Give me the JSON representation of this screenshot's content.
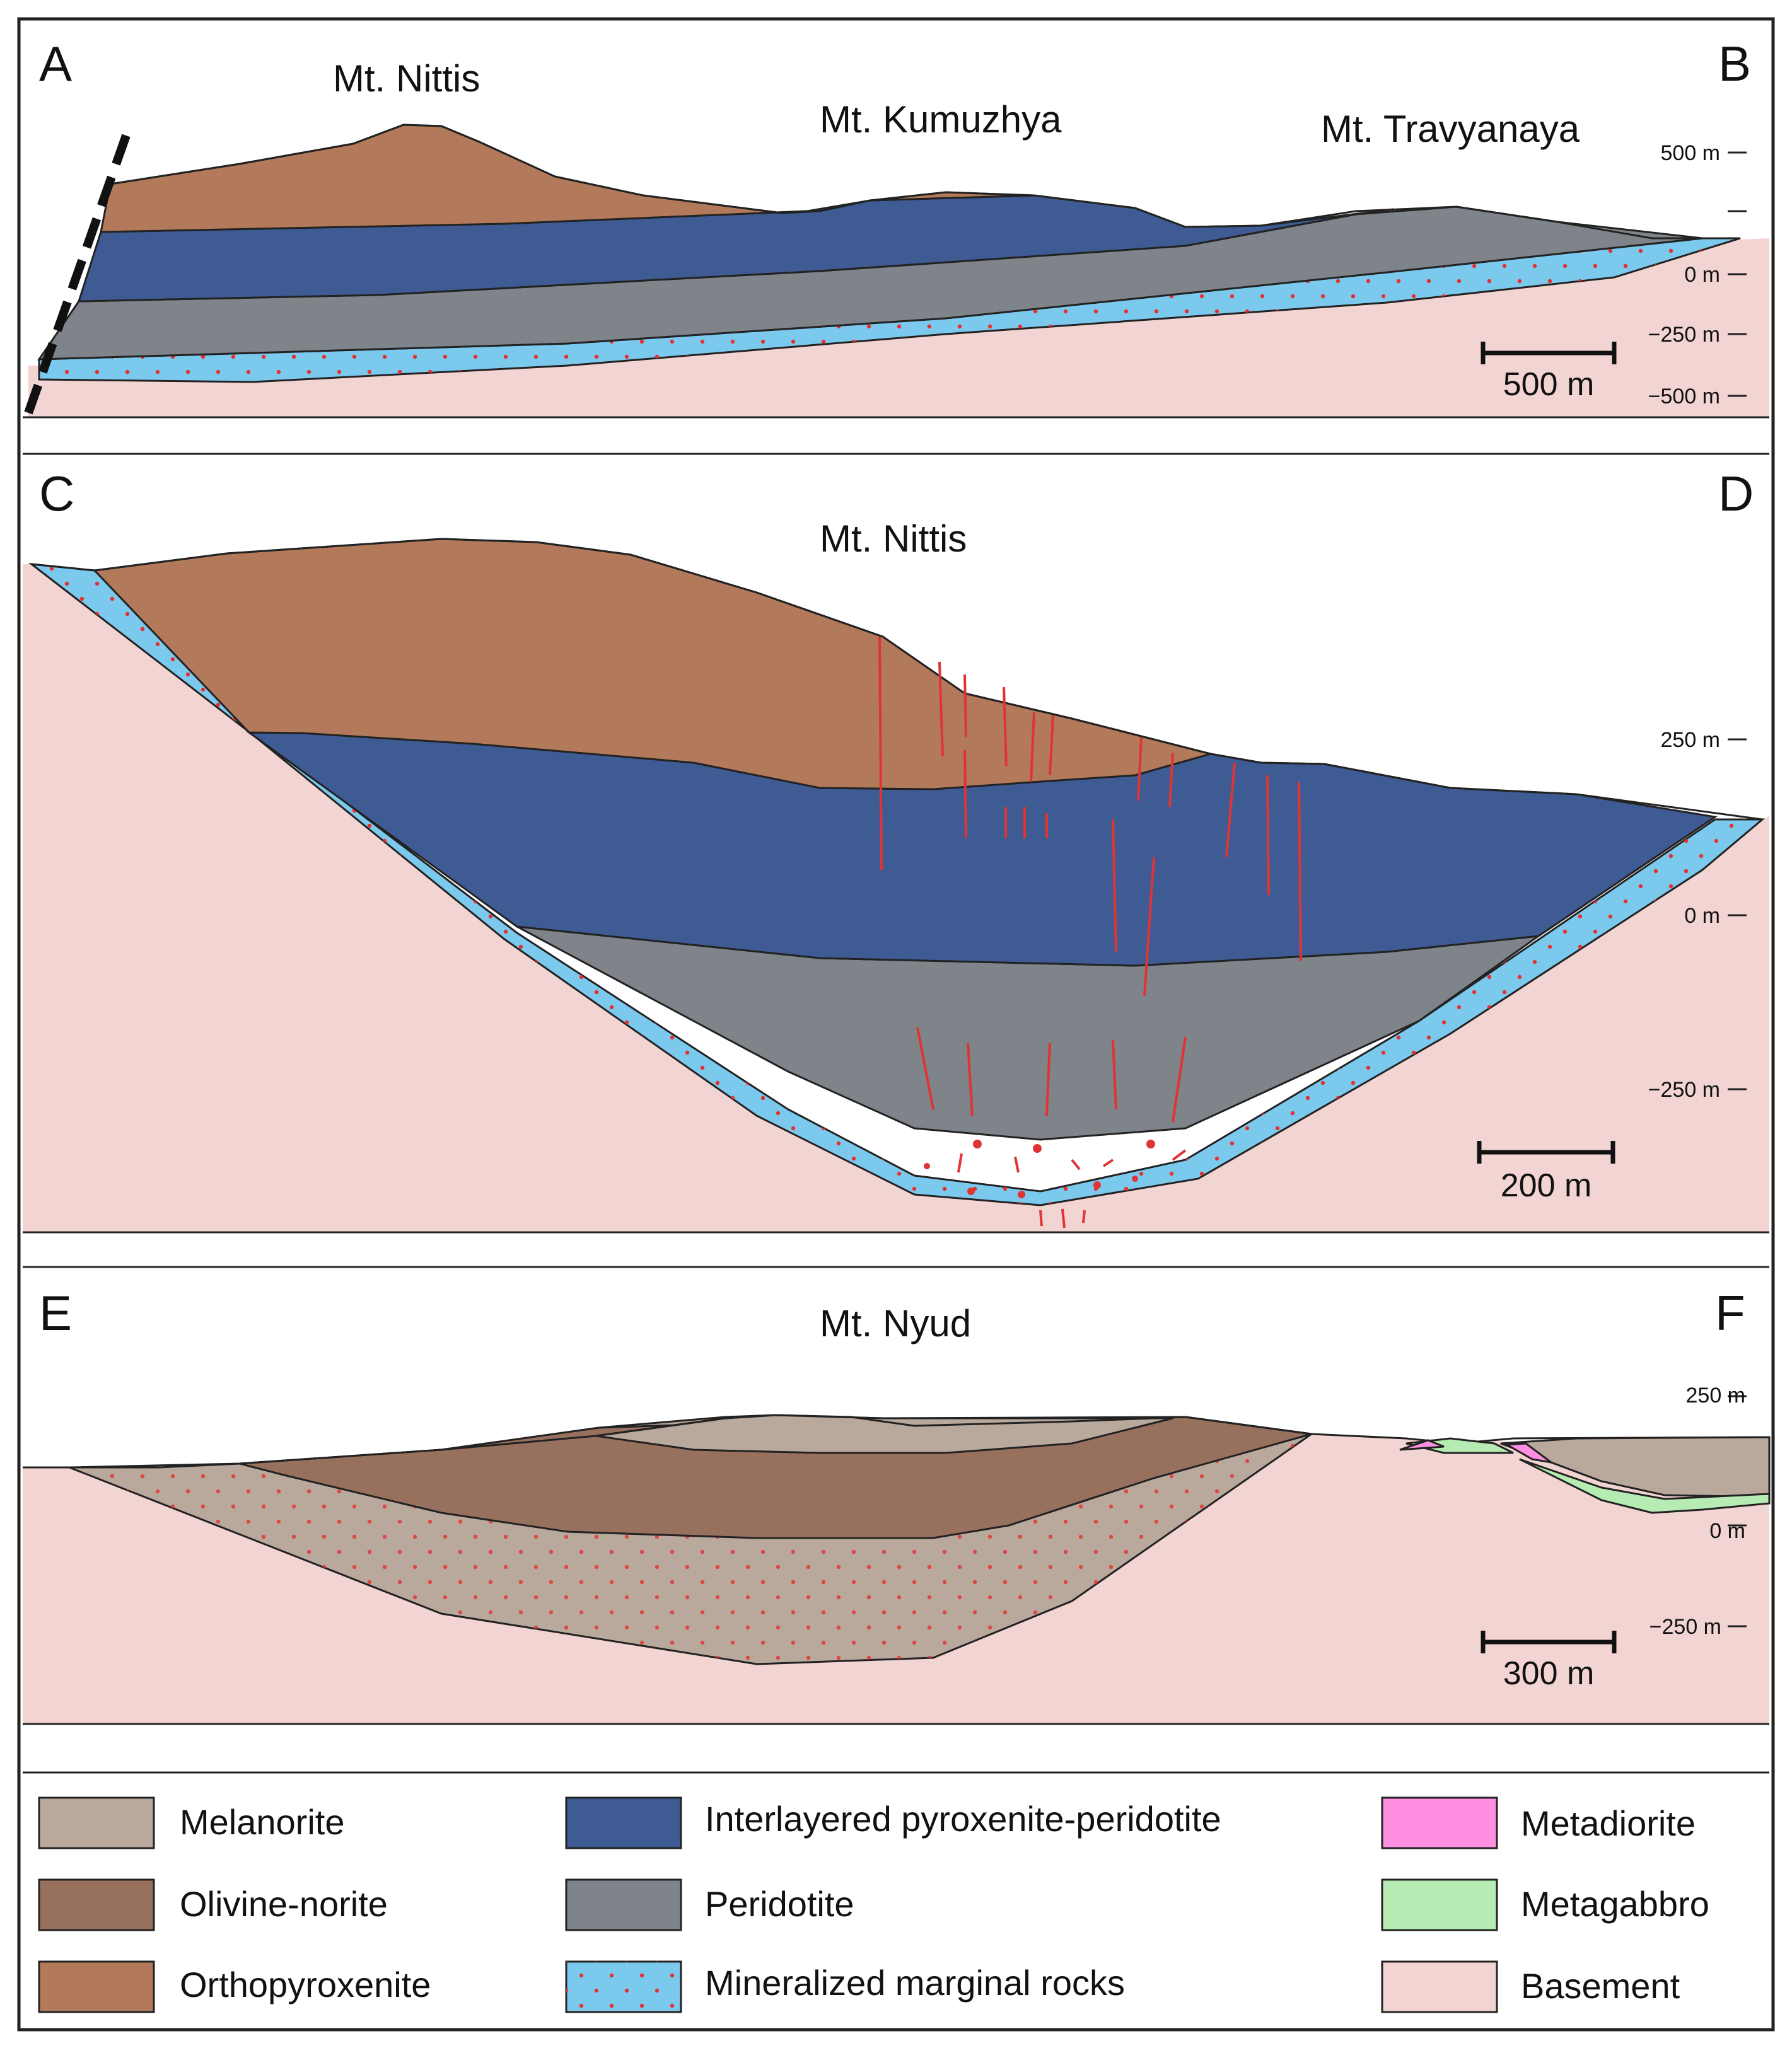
{
  "colors": {
    "melanorite": "#b9a89c",
    "olivine_norite": "#98715e",
    "orthopyroxenite": "#b27a5b",
    "interlayered": "#3f5b93",
    "peridotite": "#7e848a",
    "mineralized": "#7cc9ee",
    "metadiorite": "#ff8fe0",
    "metagabbro": "#b6ecb4",
    "basement": "#f2d4d2",
    "dots": "#e53030",
    "veins": "#e03434"
  },
  "sections": [
    {
      "start_label": "A",
      "end_label": "B",
      "mountains": [
        "Mt. Nittis",
        "Mt. Kumuzhya",
        "Mt. Travyanaya"
      ],
      "elevations": [
        "500 m",
        "0 m",
        "−250 m",
        "−500 m"
      ],
      "scale_bar": "500 m"
    },
    {
      "start_label": "C",
      "end_label": "D",
      "mountains": [
        "Mt. Nittis"
      ],
      "elevations": [
        "250 m",
        "0 m",
        "−250 m"
      ],
      "scale_bar": "200 m"
    },
    {
      "start_label": "E",
      "end_label": "F",
      "mountains": [
        "Mt. Nyud"
      ],
      "elevations": [
        "250 m",
        "0 m",
        "−250 m"
      ],
      "scale_bar": "300 m"
    }
  ],
  "legend": [
    {
      "label": "Melanorite",
      "icon": "melanorite-swatch"
    },
    {
      "label": "Interlayered pyroxenite-peridotite",
      "icon": "interlayered-swatch"
    },
    {
      "label": "Metadiorite",
      "icon": "metadiorite-swatch"
    },
    {
      "label": "Olivine-norite",
      "icon": "olivine-norite-swatch"
    },
    {
      "label": "Peridotite",
      "icon": "peridotite-swatch"
    },
    {
      "label": "Metagabbro",
      "icon": "metagabbro-swatch"
    },
    {
      "label": "Orthopyroxenite",
      "icon": "orthopyroxenite-swatch"
    },
    {
      "label": "Mineralized marginal rocks",
      "icon": "mineralized-swatch"
    },
    {
      "label": "Basement",
      "icon": "basement-swatch"
    }
  ]
}
